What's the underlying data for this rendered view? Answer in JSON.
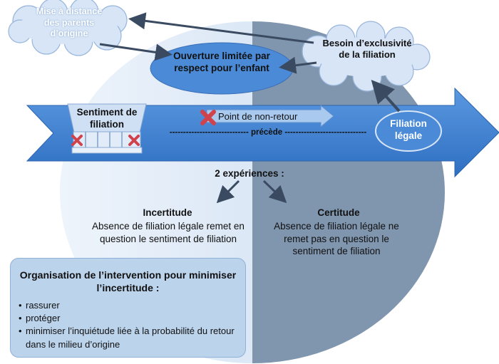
{
  "colors": {
    "circle_left": "#d9e6f6",
    "circle_right": "#8095ae",
    "arrow_fill": "#3d7fd1",
    "ellipse_fill": "#4a8ad6",
    "cloud_fill": "#d7e5f6",
    "cross_red": "#d0424c",
    "dark_arrow": "#3a4b61"
  },
  "cloud_origin": "Mise à distance des parents d’origine",
  "cloud_exclusivity": "Besoin d’exclusivité de la filiation",
  "ellipse_opening": "Ouverture limitée par respect pour l’enfant",
  "sentiment": "Sentiment de filiation",
  "non_return": "Point de non-retour",
  "precedes": "precede",
  "precedes_line": "----------------------------- précède ------------------------------",
  "legal_filiation": "Filiation légale",
  "two_experiences": "2 expériences :",
  "uncertainty": {
    "title": "Incertitude",
    "text": "Absence de filiation légale remet en question le sentiment de filiation"
  },
  "certainty": {
    "title": "Certitude",
    "text": "Absence de filiation légale ne remet pas en question le sentiment de filiation"
  },
  "intervention": {
    "title": "Organisation de l’intervention pour minimiser l’incertitude :",
    "items": [
      "rassurer",
      "protéger",
      "minimiser l’inquiétude liée à la probabilité du retour dans le milieu d’origine"
    ]
  }
}
